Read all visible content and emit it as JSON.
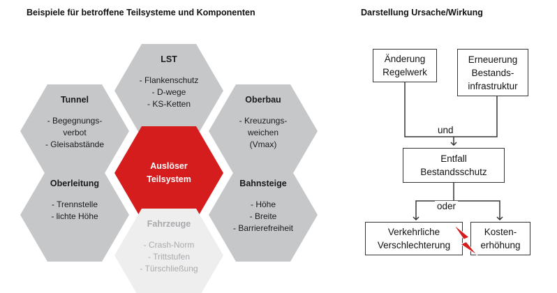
{
  "left": {
    "heading": "Beispiele für betroffene Teilsysteme und Komponenten",
    "hexagons": [
      {
        "title": "LST",
        "lines": [
          "- Flankenschutz",
          "- D-wege",
          "- KS-Ketten"
        ]
      },
      {
        "title": "Tunnel",
        "lines": [
          "- Begegnungs-",
          "verbot",
          "- Gleisabstände"
        ]
      },
      {
        "title": "Oberbau",
        "lines": [
          "- Kreuzungs-",
          "weichen",
          "(Vmax)"
        ]
      },
      {
        "title": "Auslöser",
        "title2": "Teilsystem"
      },
      {
        "title": "Oberleitung",
        "lines": [
          "- Trennstelle",
          "- lichte Höhe"
        ]
      },
      {
        "title": "Bahnsteige",
        "lines": [
          "- Höhe",
          "- Breite",
          "- Barrierefreiheit"
        ]
      },
      {
        "title": "Fahrzeuge",
        "lines": [
          "- Crash-Norm",
          "- Trittstufen",
          "- Türschließung"
        ]
      }
    ]
  },
  "right": {
    "heading": "Darstellung Ursache/Wirkung",
    "box_aenderung": [
      "Änderung",
      "Regelwerk"
    ],
    "box_erneuerung": [
      "Erneuerung",
      "Bestands-",
      "infrastruktur"
    ],
    "label_und": "und",
    "box_entfall": [
      "Entfall",
      "Bestandsschutz"
    ],
    "label_oder": "oder",
    "box_verkehr": [
      "Verkehrliche",
      "Verschlechterung"
    ],
    "box_kosten": [
      "Kosten-",
      "erhöhung"
    ],
    "accent_color": "#d61d1d"
  }
}
